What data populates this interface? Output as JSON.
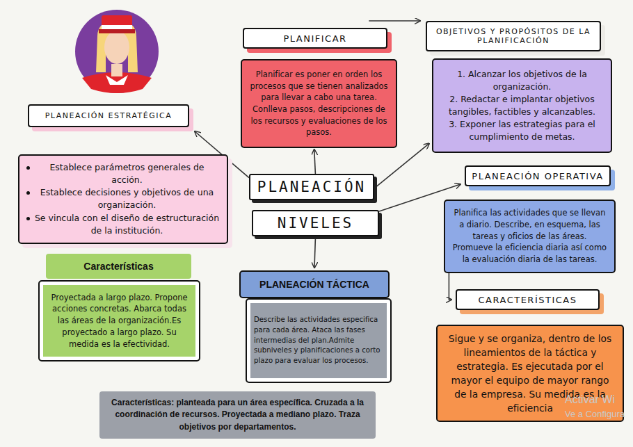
{
  "diagram": {
    "nodes": [
      {
        "text": [
          "PLANEACIÓN ESTRATÉGICA"
        ]
      },
      {
        "text": [
          "Establece parámetros generales de acción.",
          "Establece decisiones y objetivos de una organización.",
          "Se vincula con el diseño de estructuración de la institución."
        ]
      },
      {
        "text": [
          "PLANIFICAR"
        ]
      },
      {
        "text": [
          "Planificar es poner en orden los procesos que se tienen analizados para llevar a cabo una tarea. Conlleva pasos, descripciones de los recursos y evaluaciones de los pasos."
        ]
      },
      {
        "text": [
          "OBJETIVOS Y PROPÓSITOS DE LA PLANIFICACIÓN"
        ]
      },
      {
        "text": [
          "1. Alcanzar los objetivos de la organización.",
          "2. Redactar e implantar objetivos tangibles, factibles y alcanzables.",
          "3. Exponer las estrategias para el cumplimiento de metas."
        ]
      },
      {
        "text": [
          "PLANEACIÓN"
        ]
      },
      {
        "text": [
          "NIVELES"
        ]
      },
      {
        "text": [
          "PLANEACIÓN OPERATIVA"
        ]
      },
      {
        "text": [
          "Planifica las actividades que se llevan a diario. Describe, en esquema, las tareas y oficios de las áreas. Promueve la eficiencia diaria así como la evaluación diaria de las tareas."
        ]
      },
      {
        "text": [
          "Características"
        ]
      },
      {
        "text": [
          "Proyectada a largo plazo. Propone acciones concretas. Abarca todas las áreas de la organización.Es proyectado a largo plazo. Su medida es la efectividad."
        ]
      },
      {
        "text": [
          "PLANEACIÓN TÁCTICA"
        ]
      },
      {
        "text": [
          "Describe las actividades especifica para cada área. Ataca las fases intermedias del plan.Admite subniveles y planificaciones a corto plazo para evaluar los procesos."
        ]
      },
      {
        "text": [
          "CARACTERÍSTICAS"
        ]
      },
      {
        "text": [
          "Sigue y se organiza, dentro de los lineamientos de la táctica y estrategia. Es ejecutada por el mayor el equipo de mayor rango de la empresa. Su medida es la eficiencia"
        ]
      },
      {
        "text": [
          "Características: planteada para un área específica. Cruzada a la coordinación de recursos. Proyectada a mediano plazo. Traza objetivos por departamentos."
        ]
      }
    ],
    "edges": [
      {
        "from": 6,
        "to": 3,
        "arrow": "to"
      },
      {
        "from": 6,
        "to": 0,
        "arrow": "to"
      },
      {
        "from": 6,
        "to": 5,
        "arrow": "to"
      },
      {
        "from": 2,
        "to": 4,
        "arrow": "to"
      },
      {
        "from": 7,
        "to": 8,
        "arrow": "to"
      },
      {
        "from": 7,
        "to": 12,
        "arrow": "to"
      },
      {
        "from": 9,
        "to": 14,
        "arrow": "to"
      }
    ],
    "labels": [
      "Activar Wi",
      "Ve a Configura"
    ]
  }
}
